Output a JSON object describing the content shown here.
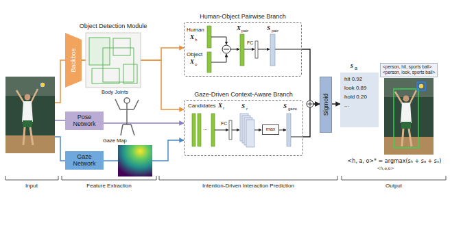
{
  "diagram": {
    "nodes": [
      {
        "text": [
          "Backboe"
        ]
      },
      {
        "text": [
          "Pose Network"
        ]
      },
      {
        "text": [
          "Gaze Network"
        ]
      },
      {
        "text": [
          "Human-Object Pairwise Branch"
        ]
      },
      {
        "text": [
          "Gaze-Driven Context-Aware Branch"
        ]
      },
      {
        "text": [
          "max"
        ],
        "in": 4
      },
      {
        "text": [
          "Sigmoid"
        ]
      },
      {
        "text": [
          "hit 0.92",
          "look 0.89",
          "hold 0.20",
          "..."
        ]
      },
      {
        "text": [
          "<person, hit, sports ball>",
          "<person, look, sports ball>"
        ]
      }
    ],
    "edges": [
      {
        "from": 0,
        "to": 3,
        "arrow": "to"
      },
      {
        "from": 0,
        "to": 4,
        "arrow": "to"
      },
      {
        "from": 1,
        "to": 4,
        "arrow": "to"
      },
      {
        "from": 2,
        "to": 4,
        "arrow": "to"
      },
      {
        "from": 3,
        "to": 6,
        "arrow": "to"
      },
      {
        "from": 4,
        "to": 6,
        "arrow": "to"
      },
      {
        "from": 6,
        "to": 7,
        "arrow": "to"
      }
    ],
    "labels": [
      "Object Detection Module",
      "Body Joints",
      "Gaze Map",
      "Human",
      "X",
      "h",
      "Object",
      "X",
      "o",
      "X",
      "pair",
      "FC",
      "S",
      "pair",
      "Candidates",
      "X",
      "r",
      "...",
      "FC",
      "S",
      "r",
      "S",
      "gaze",
      "s",
      "a",
      "<h, a, o>* = argmax(sₕ + sₐ + sₒ)",
      "<h,a,o>",
      "Input",
      "Feature Extraction",
      "Intention-Driven Interaction Prediction",
      "Output"
    ]
  }
}
